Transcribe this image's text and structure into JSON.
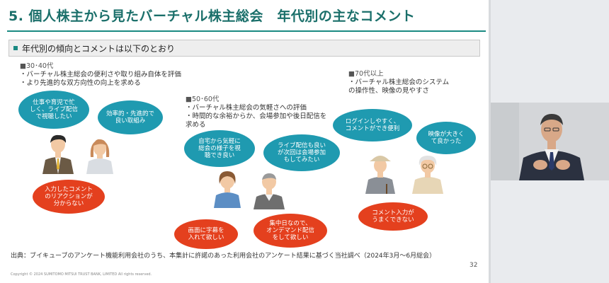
{
  "slide": {
    "title": "5. 個人株主から見たバーチャル株主総会　年代別の主なコメント",
    "subtitle": "年代別の傾向とコメントは以下のとおり",
    "source": "出典：ブイキューブのアンケート機能利用会社のうち、本集計に許諾のあった利用会社のアンケート結果に基づく当社調べ（2024年3月～6月総会）",
    "copyright": "Copyright © 2024 SUMITOMO MITSUI TRUST BANK, LIMITED All rights reserved.",
    "page_number": "32"
  },
  "groups": [
    {
      "heading": "■30･40代",
      "lines": [
        "・バーチャル株主総会の便利さや取り組み自体を評価",
        "・より先進的な双方向性の向上を求める"
      ]
    },
    {
      "heading": "■50･60代",
      "lines": [
        "・バーチャル株主総会の気軽さへの評価",
        "・時間的な余裕からか、会場参加や後日配信を",
        "求める"
      ]
    },
    {
      "heading": "■70代以上",
      "lines": [
        "・バーチャル株主総会のシステム",
        "の操作性、映像の見やすさ"
      ]
    }
  ],
  "bubbles": {
    "b1": "仕事や育児で忙\nしく、ライブ配信\nで視聴したい",
    "b2": "効率的・先進的で\n良い取組み",
    "b3": "入力したコメント\nのリアクションが\n分からない",
    "b4": "自宅から気軽に\n総会の様子を視\n聴でき良い",
    "b5": "ライブ配信も良い\nが次回は会場参加\nもしてみたい",
    "b6": "画面に字幕を\n入れて欲しい",
    "b7": "集中日なので、\nオンデマンド配信\nをして欲しい",
    "b8": "ログインしやすく、\nコメントができ便利",
    "b9": "映像が大きく\nて良かった",
    "b10": "コメント入力が\nうまくできない"
  },
  "colors": {
    "title": "#1a6f6a",
    "positive_bubble": "#1f9ab0",
    "negative_bubble": "#e4401e"
  }
}
